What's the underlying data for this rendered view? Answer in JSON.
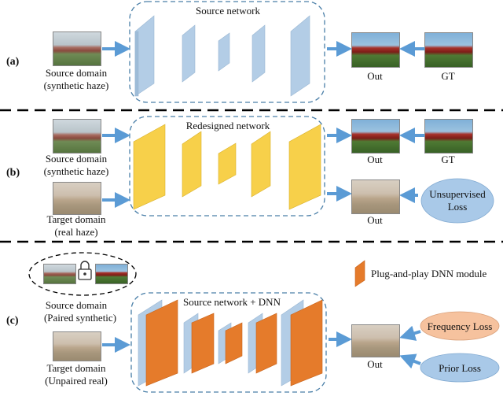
{
  "panels": {
    "a": {
      "letter": "(a)",
      "network_title": "Source network",
      "input_label_1": "Source domain",
      "input_label_2": "(synthetic haze)",
      "out_label": "Out",
      "gt_label": "GT"
    },
    "b": {
      "letter": "(b)",
      "network_title": "Redesigned network",
      "source_label_1": "Source domain",
      "source_label_2": "(synthetic haze)",
      "target_label_1": "Target domain",
      "target_label_2": "(real haze)",
      "out_label_1": "Out",
      "gt_label": "GT",
      "out_label_2": "Out",
      "loss_1": "Unsupervised",
      "loss_2": "Loss"
    },
    "c": {
      "letter": "(c)",
      "legend_label": "Plug-and-play DNN module",
      "network_title": "Source network + DNN",
      "source_label_1": "Source domain",
      "source_label_2": "(Paired synthetic)",
      "target_label_1": "Target domain",
      "target_label_2": "(Unpaired real)",
      "out_label": "Out",
      "freq_loss": "Frequency Loss",
      "prior_loss": "Prior Loss"
    }
  },
  "colors": {
    "source_block": "#b3cde6",
    "redesigned_block": "#f7d04a",
    "dnn_block": "#e57b2b",
    "arrow": "#5b9bd5",
    "dash_box": "#4a7fa8",
    "loss_blue": "#a9c9e8",
    "loss_orange": "#f6c29e"
  }
}
